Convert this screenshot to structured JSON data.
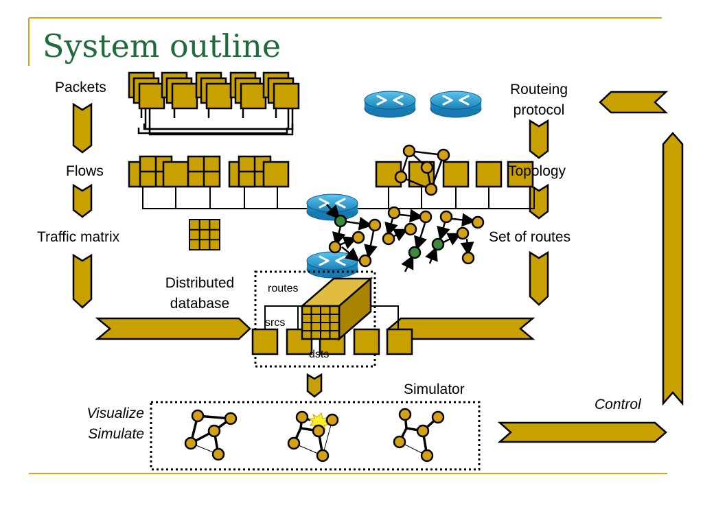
{
  "slide": {
    "title": "System outline"
  },
  "labels": {
    "packets": "Packets",
    "flows": "Flows",
    "traffic_matrix": "Traffic matrix",
    "distributed_database": "Distributed\ndatabase",
    "routeing_protocol": "Routeing\nprotocol",
    "topology": "Topology",
    "set_of_routes": "Set of routes",
    "simulator": "Simulator",
    "control": "Control",
    "visualize_simulate": "Visualize\nSimulate",
    "routes": "routes",
    "srcs": "srcs",
    "dsts": "dsts"
  },
  "colors": {
    "title": "#1f6b3a",
    "gold": "#c8a000",
    "accent_line": "#e0a020",
    "node": "#d4a017",
    "node_highlight": "#3c8a3c",
    "router": "#2aa0d8",
    "burst": "#ffee22"
  },
  "icons": [
    "router-icon",
    "burst-icon"
  ]
}
